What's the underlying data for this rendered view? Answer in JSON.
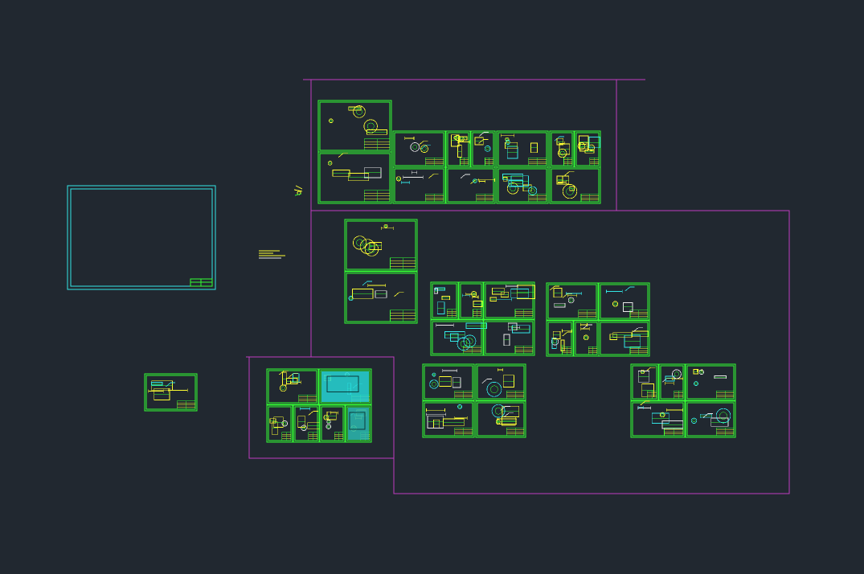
{
  "viewport": {
    "background": "#212830",
    "colors": {
      "magenta": "#c03cc0",
      "green": "#33ff33",
      "yellow": "#ffff33",
      "cyan": "#33e6e6",
      "white": "#e8e8e8"
    }
  },
  "model_space": {
    "layout_borders": [
      "border-top-right",
      "border-main",
      "border-left-lower"
    ],
    "sheet_groups": [
      "group-top",
      "group-tall",
      "group-mid-a",
      "group-mid-b",
      "group-low-a",
      "group-low-b",
      "group-left-small",
      "group-boxed-left"
    ],
    "empty_frame": "empty-title-frame",
    "note_blocks": [
      "note-small",
      "symbol-small"
    ]
  }
}
